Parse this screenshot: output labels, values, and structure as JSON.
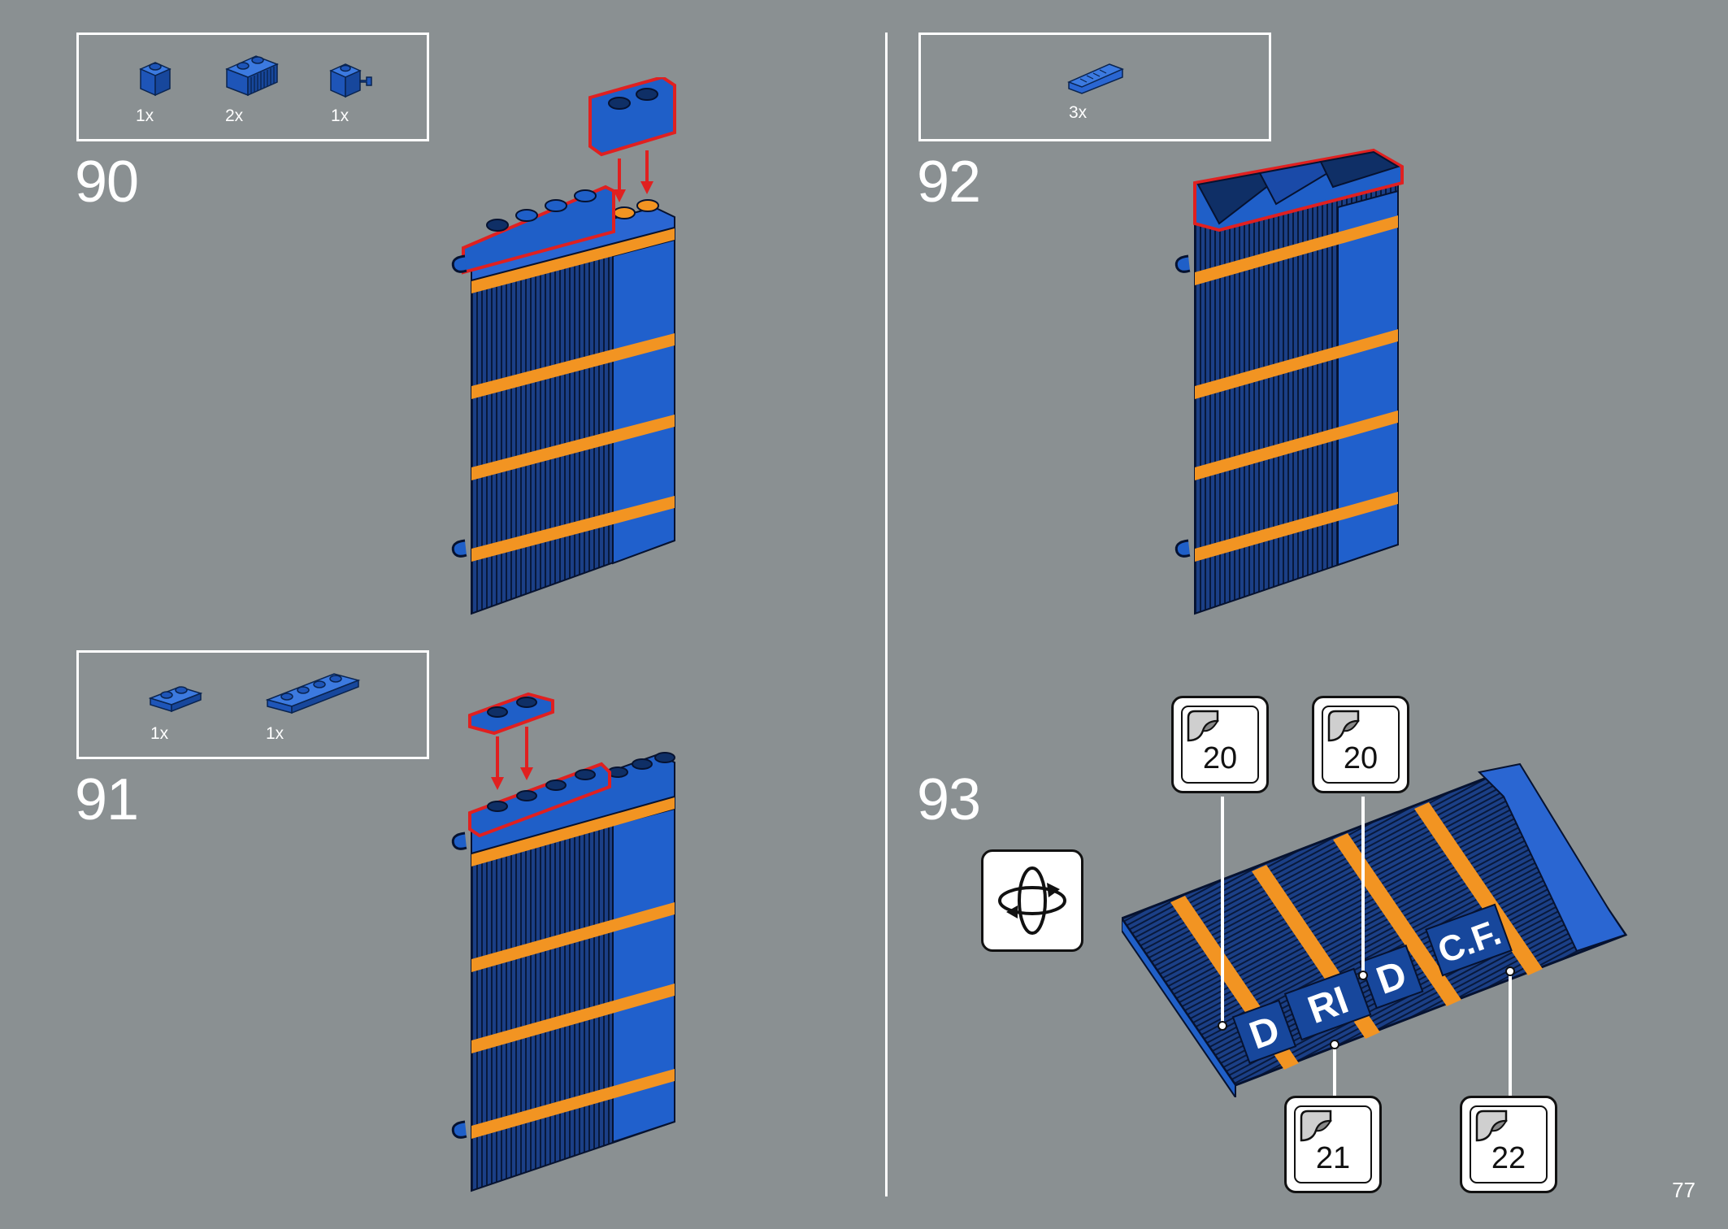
{
  "steps": [
    {
      "number": "90",
      "parts": [
        {
          "name": "brick-1x1",
          "qty": "1x"
        },
        {
          "name": "grille-1x2",
          "qty": "2x"
        },
        {
          "name": "clip-brick-1x1",
          "qty": "1x"
        }
      ]
    },
    {
      "number": "91",
      "parts": [
        {
          "name": "plate-1x2",
          "qty": "1x"
        },
        {
          "name": "plate-1x4",
          "qty": "1x"
        }
      ]
    },
    {
      "number": "92",
      "parts": [
        {
          "name": "slope-grille",
          "qty": "3x"
        }
      ]
    },
    {
      "number": "93",
      "stickers": [
        "20",
        "20",
        "21",
        "22"
      ]
    }
  ],
  "page_number": "77",
  "colors": {
    "brick_blue": "#1f5fc8",
    "dark_blue": "#0f2f66",
    "orange": "#f29422",
    "highlight_red": "#e02020",
    "background": "#8a9092"
  },
  "icons": [
    "rotate-model-icon",
    "sticker-icon"
  ]
}
